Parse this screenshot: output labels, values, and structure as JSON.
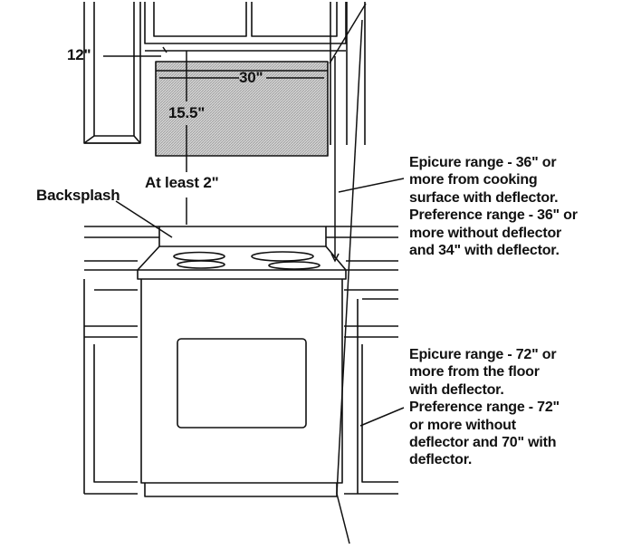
{
  "diagram": {
    "labels": {
      "dim_12": "12\"",
      "dim_30": "30\"",
      "dim_15_5": "15.5\"",
      "at_least_2": "At least 2\"",
      "backsplash": "Backsplash"
    },
    "note_cooking_surface": [
      "Epicure range - 36\" or",
      "more from cooking",
      "surface with deflector.",
      "Preference range - 36\" or",
      "more without deflector",
      "and 34\" with deflector."
    ],
    "note_floor": [
      "Epicure range - 72\" or",
      "more from the floor",
      "with deflector.",
      "Preference range - 72\"",
      "or more without",
      "deflector and 70\" with",
      "deflector."
    ]
  },
  "colors": {
    "line": "#111111",
    "hood_fill": "#c9c9c9",
    "background": "#ffffff"
  }
}
